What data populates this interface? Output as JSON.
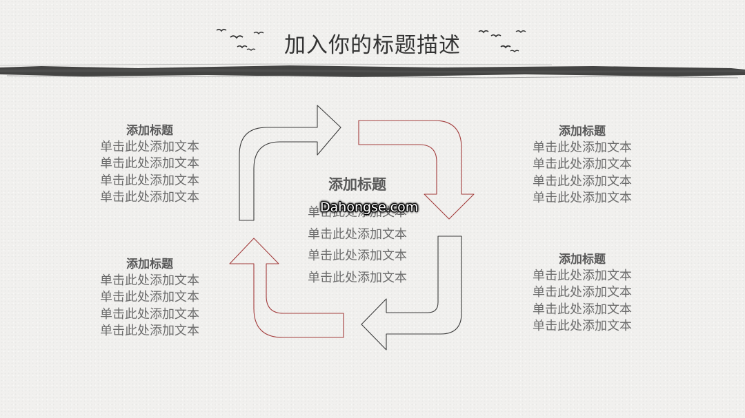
{
  "header": {
    "title": "加入你的标题描述"
  },
  "watermark": "Dahongse.com",
  "blocks": {
    "top_left": {
      "heading": "添加标题",
      "lines": [
        "单击此处添加文本",
        "单击此处添加文本",
        "单击此处添加文本",
        "单击此处添加文本"
      ]
    },
    "bottom_left": {
      "heading": "添加标题",
      "lines": [
        "单击此处添加文本",
        "单击此处添加文本",
        "单击此处添加文本",
        "单击此处添加文本"
      ]
    },
    "top_right": {
      "heading": "添加标题",
      "lines": [
        "单击此处添加文本",
        "单击此处添加文本",
        "单击此处添加文本",
        "单击此处添加文本"
      ]
    },
    "bottom_right": {
      "heading": "添加标题",
      "lines": [
        "单击此处添加文本",
        "单击此处添加文本",
        "单击此处添加文本",
        "单击此处添加文本"
      ]
    },
    "center": {
      "heading": "添加标题",
      "lines": [
        "单击此处添加文本",
        "单击此处添加文本",
        "单击此处添加文本",
        "单击此处添加文本"
      ]
    }
  },
  "colors": {
    "arrow_dark": "#3a3a3a",
    "arrow_red": "#a23b3b",
    "ink": "#2b2b2b"
  }
}
